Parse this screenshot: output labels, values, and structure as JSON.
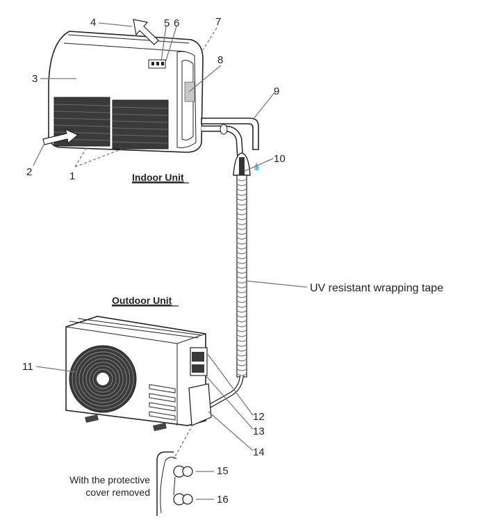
{
  "indoor_unit": {
    "title": "Indoor Unit",
    "labels": [
      "1",
      "2",
      "3",
      "4",
      "5",
      "6",
      "7",
      "8",
      "9",
      "10"
    ]
  },
  "outdoor_unit": {
    "title": "Outdoor Unit",
    "labels": [
      "11",
      "12",
      "13",
      "14",
      "15",
      "16"
    ]
  },
  "connection": {
    "tape_label": "UV resistant wrapping tape"
  },
  "valve_caption": {
    "line1": "With the protective",
    "line2": "cover removed"
  }
}
